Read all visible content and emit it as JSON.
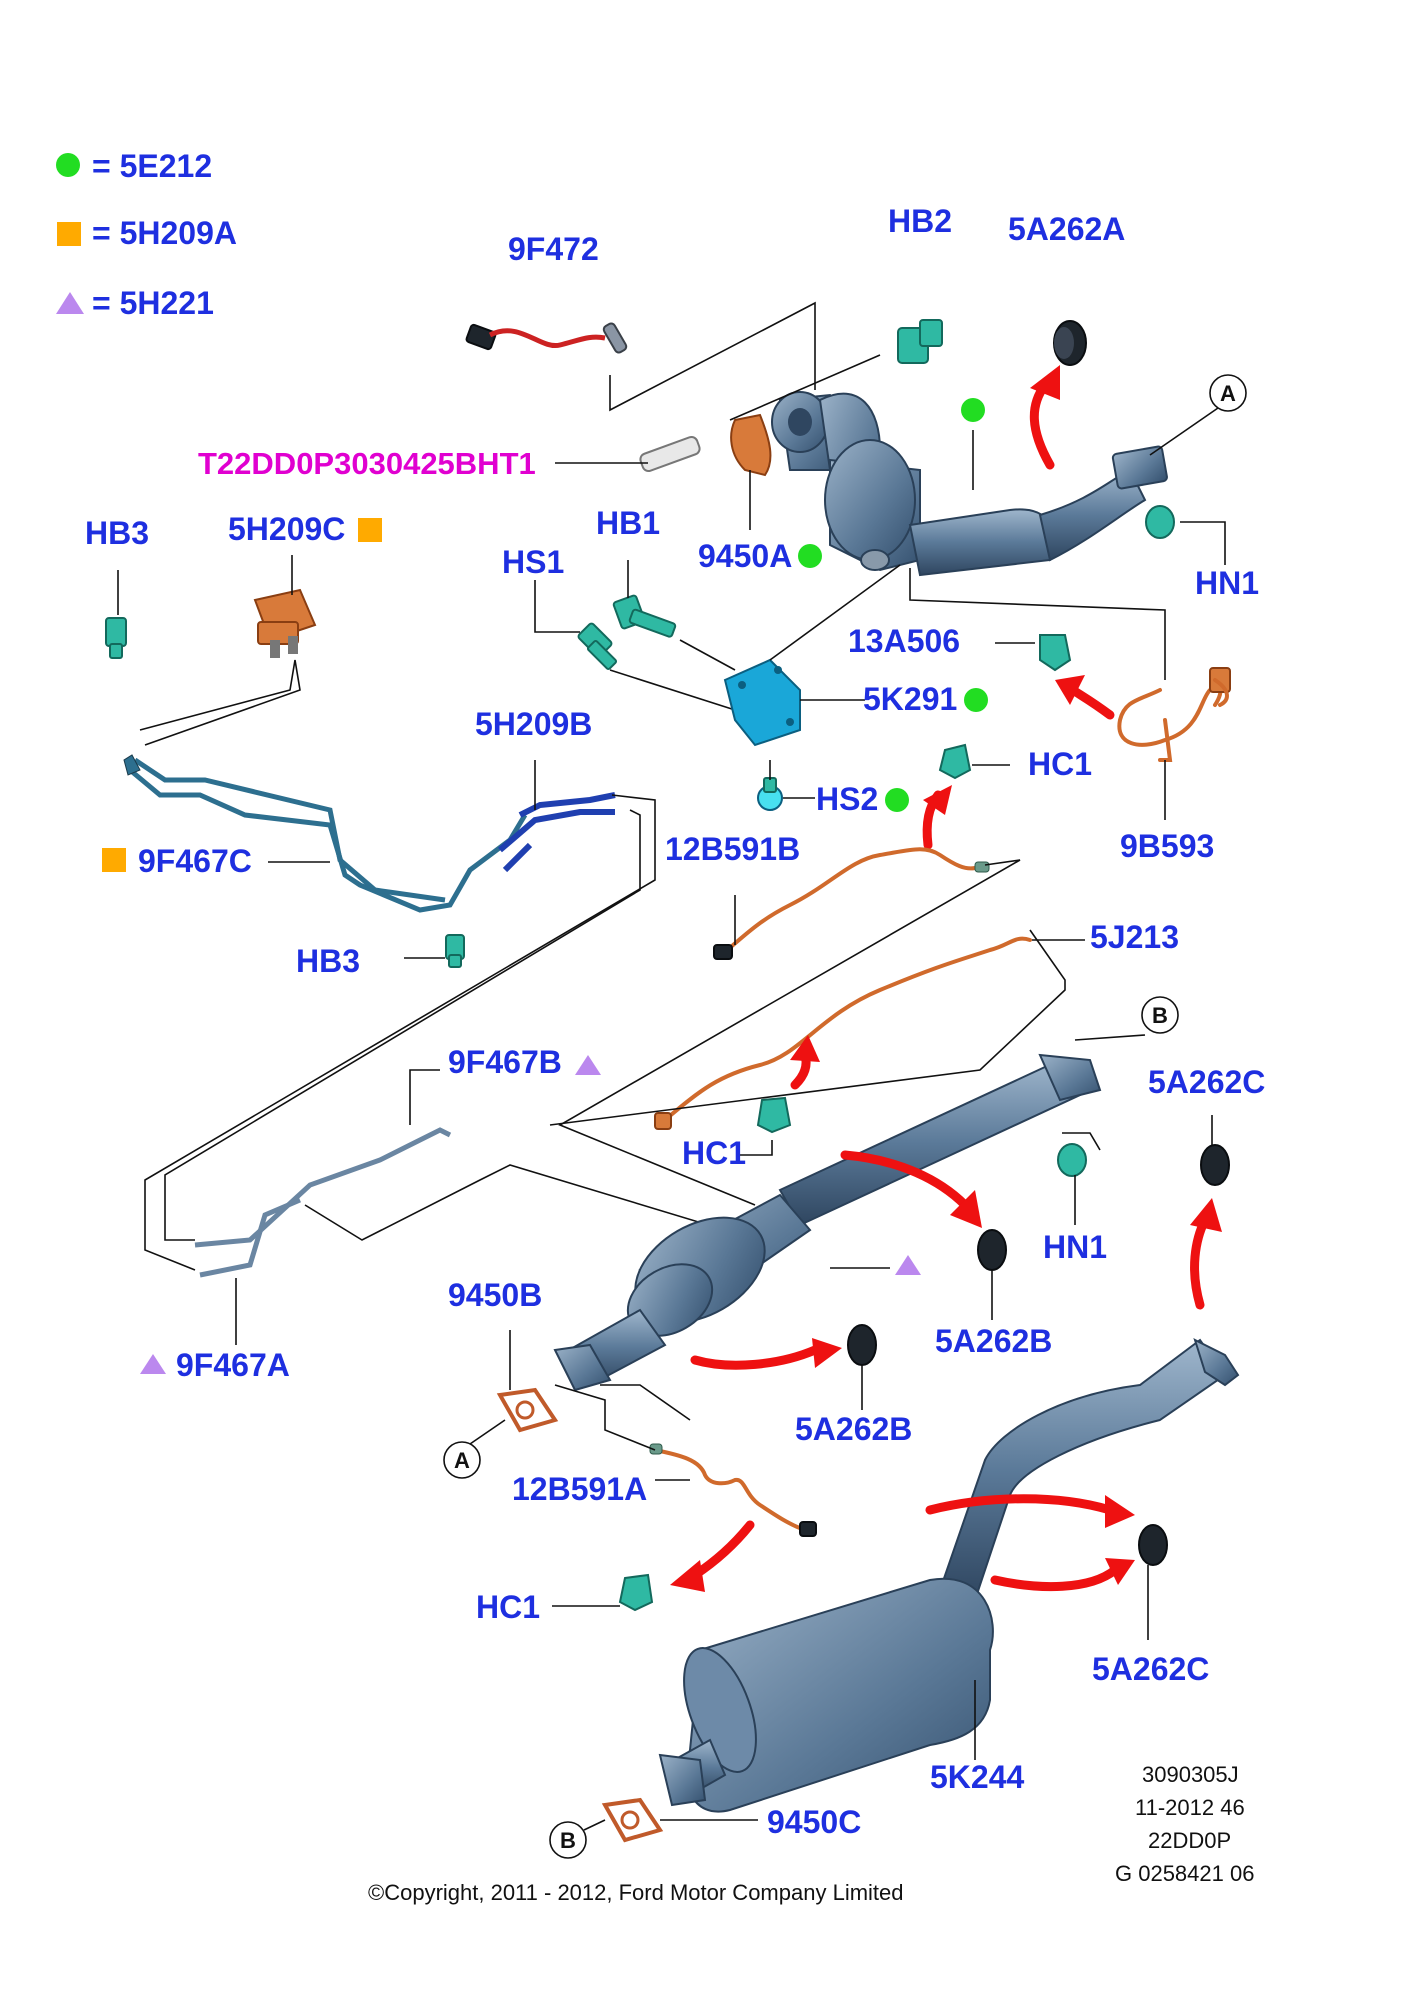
{
  "legend": [
    {
      "symbol": "circle",
      "color": "#22dd22",
      "text": "= 5E212"
    },
    {
      "symbol": "square",
      "color": "#ffaa00",
      "text": "= 5H209A"
    },
    {
      "symbol": "triangle",
      "color": "#bb88ee",
      "text": "= 5H221"
    }
  ],
  "colors": {
    "label": "#1e2fe0",
    "magenta_label": "#e000d0",
    "arrow": "#ee1111",
    "marker_green": "#22dd22",
    "marker_orange": "#ffaa00",
    "marker_violet": "#bb88ee"
  },
  "labels": {
    "l_9F472": "9F472",
    "l_HB2": "HB2",
    "l_5A262A": "5A262A",
    "l_T22": "T22DD0P3030425BHT1",
    "l_9450A": "9450A",
    "l_HB3_top": "HB3",
    "l_5H209C": "5H209C",
    "l_HS1": "HS1",
    "l_HB1": "HB1",
    "l_13A506": "13A506",
    "l_5K291": "5K291",
    "l_HN1_top": "HN1",
    "l_HC1_top": "HC1",
    "l_HS2": "HS2",
    "l_9B593": "9B593",
    "l_5H209B": "5H209B",
    "l_12B591B": "12B591B",
    "l_9F467C": "9F467C",
    "l_HB3_bot": "HB3",
    "l_5J213": "5J213",
    "l_9F467B": "9F467B",
    "l_HC1_mid": "HC1",
    "l_HN1_mid": "HN1",
    "l_5A262C_top": "5A262C",
    "l_9450B": "9450B",
    "l_9F467A": "9F467A",
    "l_5A262B_right": "5A262B",
    "l_5A262B_left": "5A262B",
    "l_12B591A": "12B591A",
    "l_HC1_bot": "HC1",
    "l_5A262C_bot": "5A262C",
    "l_5K244": "5K244",
    "l_9450C": "9450C"
  },
  "connectors": {
    "A_top": "A",
    "A_bot": "A",
    "B_top": "B",
    "B_bot": "B"
  },
  "footer": {
    "copyright": "©Copyright, 2011 - 2012, Ford Motor Company Limited",
    "ref_lines": [
      "3090305J",
      "11-2012 46",
      "22DD0P",
      "G 0258421 06"
    ]
  }
}
